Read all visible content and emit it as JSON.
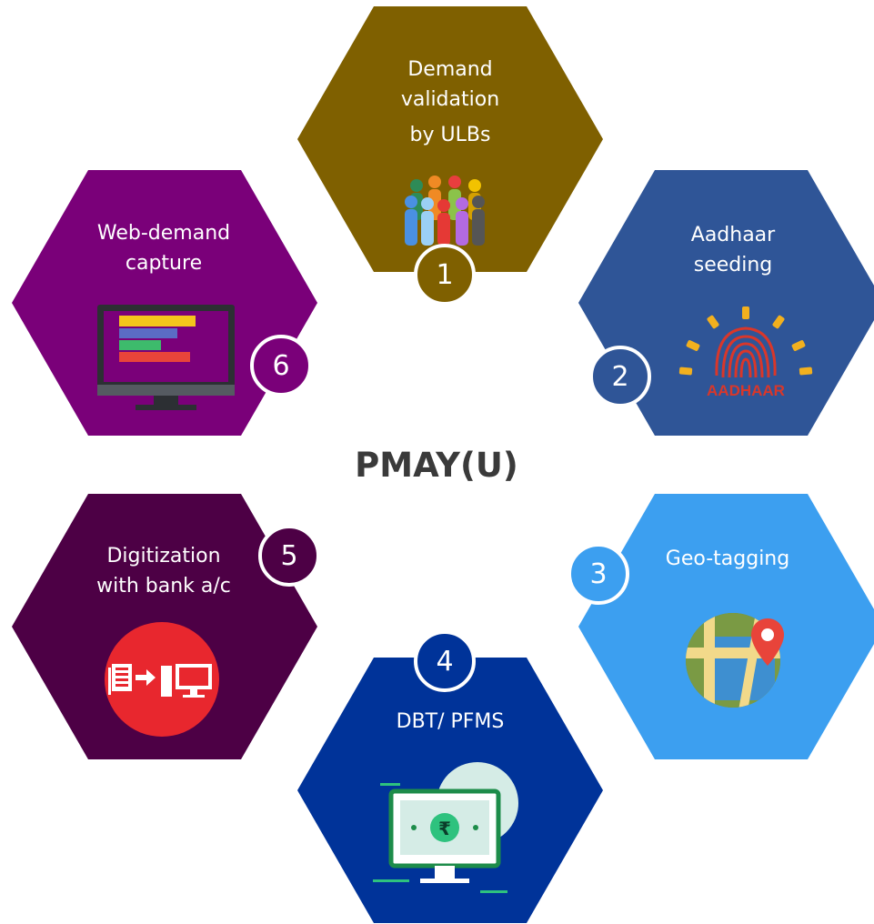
{
  "center_title": "PMAY(U)",
  "steps": [
    {
      "number": "1",
      "line1": "Demand",
      "line2": "validation",
      "line3": "by ULBs",
      "color": "#7f6000"
    },
    {
      "number": "2",
      "line1": "Aadhaar",
      "line2": "seeding",
      "color": "#2f5597"
    },
    {
      "number": "3",
      "line1": "Geo-tagging",
      "color": "#3c9ff0"
    },
    {
      "number": "4",
      "line1": "DBT/ PFMS",
      "color": "#003399"
    },
    {
      "number": "5",
      "line1": "Digitization",
      "line2": "with bank a/c",
      "color": "#4d0045"
    },
    {
      "number": "6",
      "line1": "Web-demand",
      "line2": "capture",
      "color": "#7a0079"
    }
  ],
  "aadhaar_logo_text": "AADHAAR"
}
